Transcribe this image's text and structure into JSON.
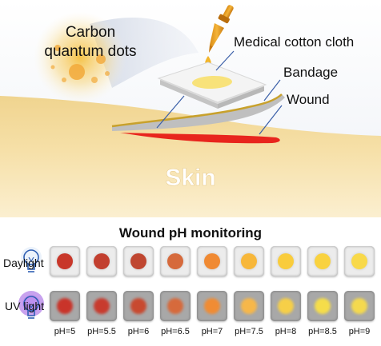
{
  "labels": {
    "carbon_line1": "Carbon",
    "carbon_line2": "quantum dots",
    "cotton": "Medical cotton cloth",
    "bandage": "Bandage",
    "wound": "Wound",
    "skin": "Skin"
  },
  "monitoring": {
    "title": "Wound pH monitoring",
    "daylight_label": "Daylight",
    "uv_label": "UV light",
    "ph_values": [
      "pH=5",
      "pH=5.5",
      "pH=6",
      "pH=6.5",
      "pH=7",
      "pH=7.5",
      "pH=8",
      "pH=8.5",
      "pH=9"
    ],
    "daylight_colors": [
      "#c8372a",
      "#c23f2f",
      "#bf4630",
      "#d66a3c",
      "#f08a33",
      "#f7b73a",
      "#f9cc3c",
      "#f9d23f",
      "#f8d94a"
    ],
    "uv_colors": [
      "#c9342a",
      "#c83b2e",
      "#c84a30",
      "#d66a3c",
      "#f08c34",
      "#f6b74a",
      "#f6cf48",
      "#f5dd4a",
      "#f4d94e"
    ]
  },
  "colors": {
    "skin": "#f4dca0",
    "wound": "#e8251d",
    "bandage": "#c8a12c",
    "cotton_center": "#f8e27a",
    "quantum_dots": "#f2a93a",
    "uv_glow": "#9b56e0"
  }
}
